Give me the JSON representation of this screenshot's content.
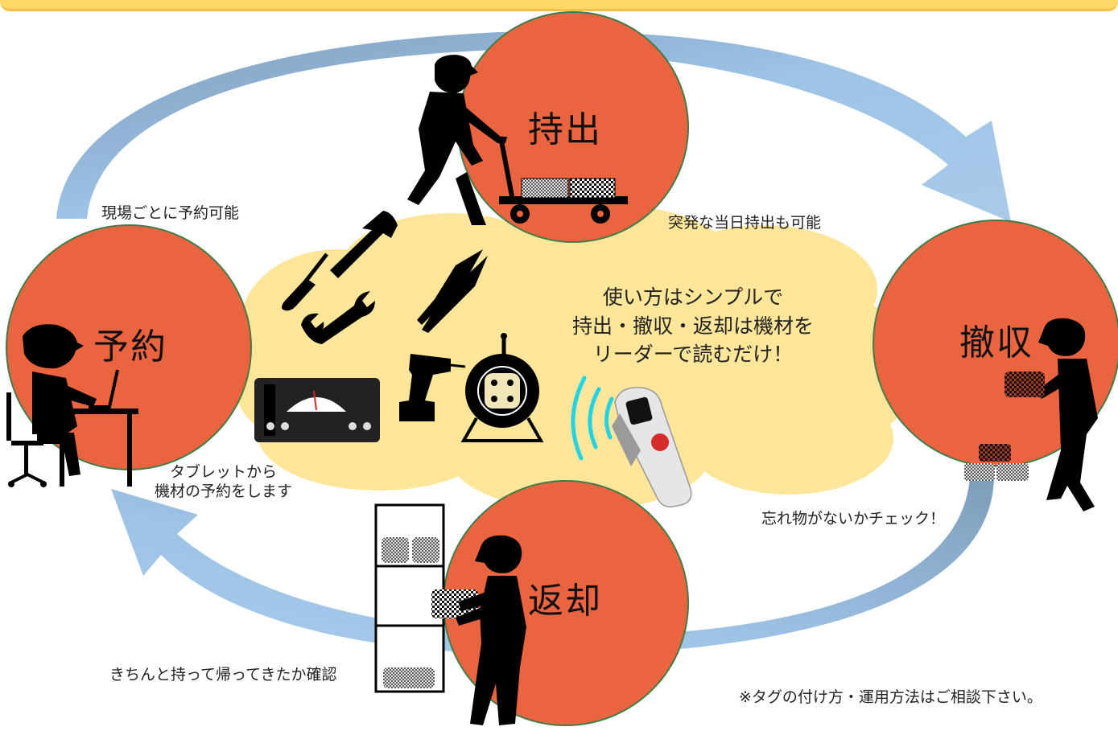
{
  "stages": {
    "reserve": "予約",
    "takeout": "持出",
    "collect": "撤収",
    "return": "返却"
  },
  "captions": {
    "reserve_per_site": "現場ごとに予約可能",
    "sudden_takeout": "突発な当日持出も可能",
    "tablet_reserve_line1": "タブレットから",
    "tablet_reserve_line2": "機材の予約をします",
    "forgotten_check": "忘れ物がないかチェック！",
    "return_confirm": "きちんと持って帰ってきたか確認",
    "footnote": "※タグの付け方・運用方法はご相談下さい。"
  },
  "center_message": {
    "line1": "使い方はシンプルで",
    "line2": "持出・撤収・返却は機材を",
    "line3": "リーダーで読むだけ！"
  },
  "colors": {
    "circle_fill": "#ea6440",
    "circle_stroke": "#3f7d48",
    "cloud_fill": "#fde69a",
    "arrow_light": "#9dc3e6",
    "arrow_dark": "#7f9db9",
    "top_bar": "#ffd966",
    "rfid_waves": "#22d3e6"
  },
  "icons": {
    "reserve_person": "person-at-laptop-icon",
    "takeout_person": "person-pushing-cart-icon",
    "collect_person": "person-carrying-box-icon",
    "return_person": "person-placing-box-on-shelf-icon",
    "tools": [
      "screwdriver-icon",
      "hammer-icon",
      "wrench-icon",
      "pliers-icon",
      "meter-icon",
      "drill-icon",
      "cord-reel-icon"
    ],
    "reader": "rfid-reader-icon"
  }
}
